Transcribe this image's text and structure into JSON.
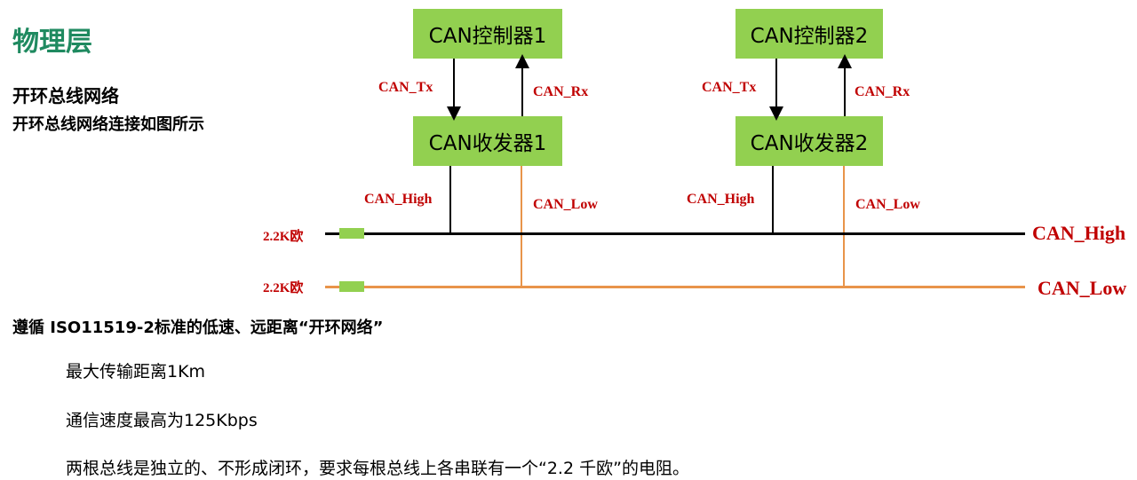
{
  "title": "物理层",
  "subtitle": "开环总线网络",
  "caption": "开环总线网络连接如图所示",
  "diagram": {
    "node1": {
      "controller": "CAN控制器1",
      "transceiver": "CAN收发器1",
      "tx": "CAN_Tx",
      "rx": "CAN_Rx",
      "high": "CAN_High",
      "low": "CAN_Low"
    },
    "node2": {
      "controller": "CAN控制器2",
      "transceiver": "CAN收发器2",
      "tx": "CAN_Tx",
      "rx": "CAN_Rx",
      "high": "CAN_High",
      "low": "CAN_Low"
    },
    "bus_high_label": "CAN_High",
    "bus_low_label": "CAN_Low",
    "resistor_high_label": "2.2K欧",
    "resistor_low_label": "2.2K欧",
    "colors": {
      "box_fill": "#92d050",
      "label_red": "#c00000",
      "high_line": "#000000",
      "low_line": "#e8944a",
      "title_green": "#1f8a60"
    }
  },
  "standard": "遵循 ISO11519-2标准的低速、远距离“开环网络”",
  "points": [
    "最大传输距离1Km",
    "通信速度最高为125Kbps",
    "两根总线是独立的、不形成闭环，要求每根总线上各串联有一个“2.2 千欧”的电阻。"
  ]
}
